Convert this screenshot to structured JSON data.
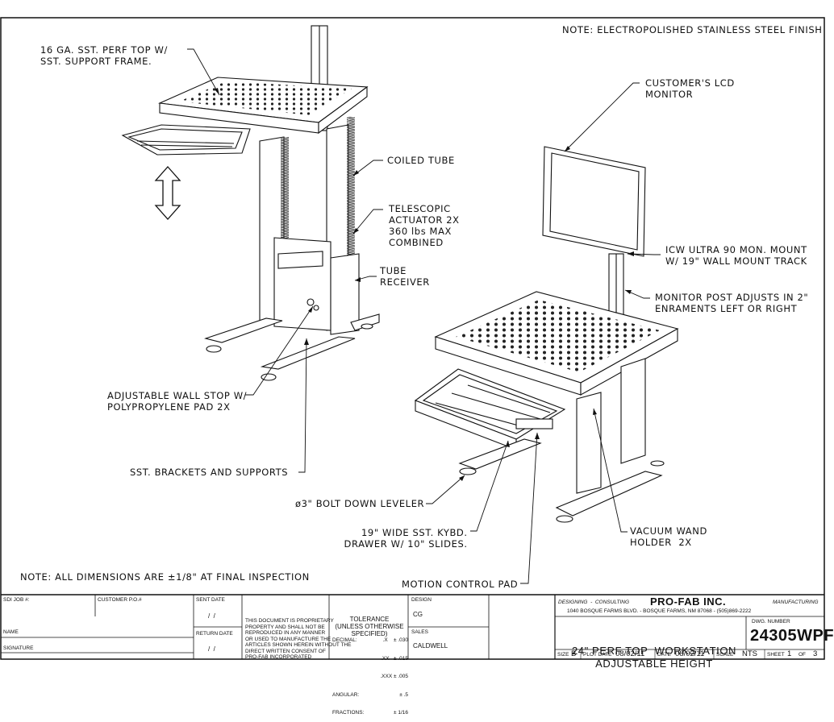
{
  "notes": {
    "finish": "NOTE: ELECTROPOLISHED STAINLESS STEEL FINISH",
    "dimensions": "NOTE: ALL DIMENSIONS ARE ±1/8\" AT FINAL INSPECTION"
  },
  "callouts": {
    "perf_top": [
      "16 GA. SST. PERF TOP W/",
      "SST. SUPPORT FRAME."
    ],
    "coiled_tube": [
      "COILED TUBE"
    ],
    "telescopic": [
      "TELESCOPIC",
      "ACTUATOR 2X",
      "360 lbs MAX",
      "COMBINED"
    ],
    "tube_receiver": [
      "TUBE",
      "RECEIVER"
    ],
    "wall_stop": [
      "ADJUSTABLE WALL STOP W/",
      "POLYPROPYLENE PAD 2X"
    ],
    "brackets": [
      "SST. BRACKETS AND SUPPORTS"
    ],
    "lcd": [
      "CUSTOMER'S LCD",
      "MONITOR"
    ],
    "mon_mount": [
      "ICW ULTRA 90 MON. MOUNT",
      "W/ 19\" WALL MOUNT TRACK"
    ],
    "monitor_post": [
      "MONITOR POST ADJUSTS IN 2\"",
      "ENRAMENTS LEFT OR RIGHT"
    ],
    "leveler": [
      "ø3\" BOLT DOWN LEVELER"
    ],
    "drawer": [
      "19\" WIDE SST. KYBD.",
      "DRAWER W/ 10\" SLIDES."
    ],
    "vacuum": [
      "VACUUM WAND",
      "HOLDER  2X"
    ],
    "motion": [
      "MOTION CONTROL PAD"
    ]
  },
  "title_block": {
    "sdi_job": "SDI JOB #:",
    "customer_po": "CUSTOMER P.O.#",
    "name": "NAME",
    "signature": "SIGNATURE",
    "sent_date": "SENT DATE",
    "return_date": "RETURN DATE",
    "date_blank": "/  /",
    "proprietary": [
      "THIS DOCUMENT IS PROPRIETARY",
      "PROPERTY AND SHALL NOT BE",
      "REPRODUCED IN ANY MANNER",
      "OR USED TO MANUFACTURE THE",
      "ARTICLES SHOWN HEREIN WITHOUT THE",
      "DIRECT WRITTEN CONSENT OF",
      "PRO-FAB INCORPORATED"
    ],
    "tolerance_title": [
      "TOLERANCE",
      "(UNLESS OTHERWISE",
      "SPECIFIED)"
    ],
    "tolerance_rows": [
      {
        "label": "DECIMAL:",
        "value": ".X    ± .030"
      },
      {
        "label": "",
        "value": ".XX   ± .015"
      },
      {
        "label": "",
        "value": ".XXX ± .005"
      },
      {
        "label": "ANGULAR:",
        "value": "± .5"
      },
      {
        "label": "FRACTIONS:",
        "value": "± 1/16"
      }
    ],
    "design_label": "DESIGN",
    "design_value": "CG",
    "sales_label": "SALES",
    "sales_value": "CALDWELL",
    "designing": "DESIGNING  -  CONSULTING",
    "company": "PRO-FAB INC.",
    "manufacturing": "MANUFACTURING",
    "address": "1040 BOSQUE FARMS BLVD. - BOSQUE FARMS, NM 87068 - (505)869-2222",
    "title_line1": "24\" PERF TOP  WORKSTATION",
    "title_line2": "ADJUSTABLE HEIGHT",
    "dwg_label": "DWG. NUMBER",
    "dwg_number": "24305WPF",
    "size_label": "SIZE",
    "size_value": "B",
    "plot_label": "PLOT DATE",
    "plot_value": "08/02/11",
    "date_label": "DATE",
    "date_value": "08/02/11",
    "scale_label": "SCALE",
    "scale_value": "NTS",
    "sheet_label": "SHEET",
    "sheet_value": "1",
    "of_label": "OF",
    "sheet_total": "3"
  }
}
